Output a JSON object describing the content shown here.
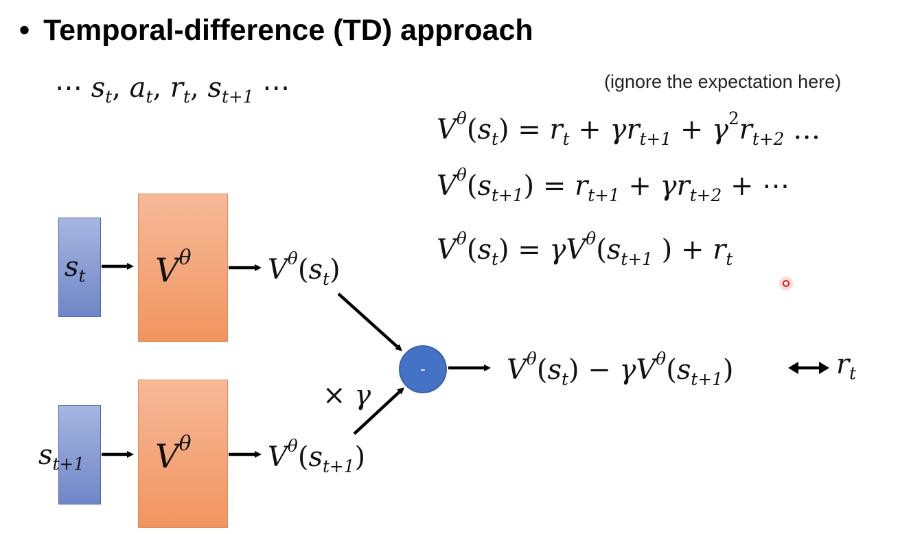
{
  "title": {
    "bullet": "•",
    "text": "Temporal-difference (TD) approach"
  },
  "sequence": {
    "prefix": "⋯ ",
    "s": "s",
    "t": "t",
    "a": "a",
    "r": "r",
    "t1": "t+1",
    "sep": ", ",
    "suffix": " ⋯"
  },
  "note": "(ignore the expectation here)",
  "equations": {
    "eq1": {
      "V": "V",
      "theta": "θ",
      "lp": "(",
      "s": "s",
      "t": "t",
      "rp": ")",
      "eq": " = ",
      "r": "r",
      "plus": " + ",
      "g": "γ",
      "t1": "t+1",
      "sq": "2",
      "t2": "t+2",
      "tail": " …"
    },
    "eq2": {
      "V": "V",
      "theta": "θ",
      "lp": "(",
      "s": "s",
      "t1": "t+1",
      "rp": ")",
      "eq": " = ",
      "r": "r",
      "plus": " + ",
      "g": "γ",
      "t2": "t+2",
      "tail": " + ⋯"
    },
    "eq3": {
      "V": "V",
      "theta": "θ",
      "lp": "(",
      "s": "s",
      "t": "t",
      "rp": ")",
      "eq": " = ",
      "g": "γ",
      "t1": "t+1",
      "rp2": " )",
      "plus": " + ",
      "r": "r"
    }
  },
  "diagram": {
    "input_top": {
      "s": "s",
      "sub": "t"
    },
    "input_bottom": {
      "s": "s",
      "sub": "t+1"
    },
    "network": {
      "V": "V",
      "theta": "θ"
    },
    "output_top": {
      "V": "V",
      "theta": "θ",
      "lp": "(",
      "s": "s",
      "sub": "t",
      "rp": ")"
    },
    "output_bottom": {
      "V": "V",
      "theta": "θ",
      "lp": "(",
      "s": "s",
      "sub": "t+1",
      "rp": ")"
    },
    "scale_label": "× γ",
    "minus_label": "-",
    "result": {
      "V": "V",
      "theta": "θ",
      "lp": "(",
      "s": "s",
      "t": "t",
      "rp": ")",
      "minus": " − ",
      "g": "γ",
      "t1": "t+1",
      "r": "r"
    }
  },
  "colors": {
    "input_box": "#8fa3d8",
    "network_box": "#f4a77c",
    "minus_circle": "#4472c4",
    "cursor_dot": "#ee1111"
  }
}
